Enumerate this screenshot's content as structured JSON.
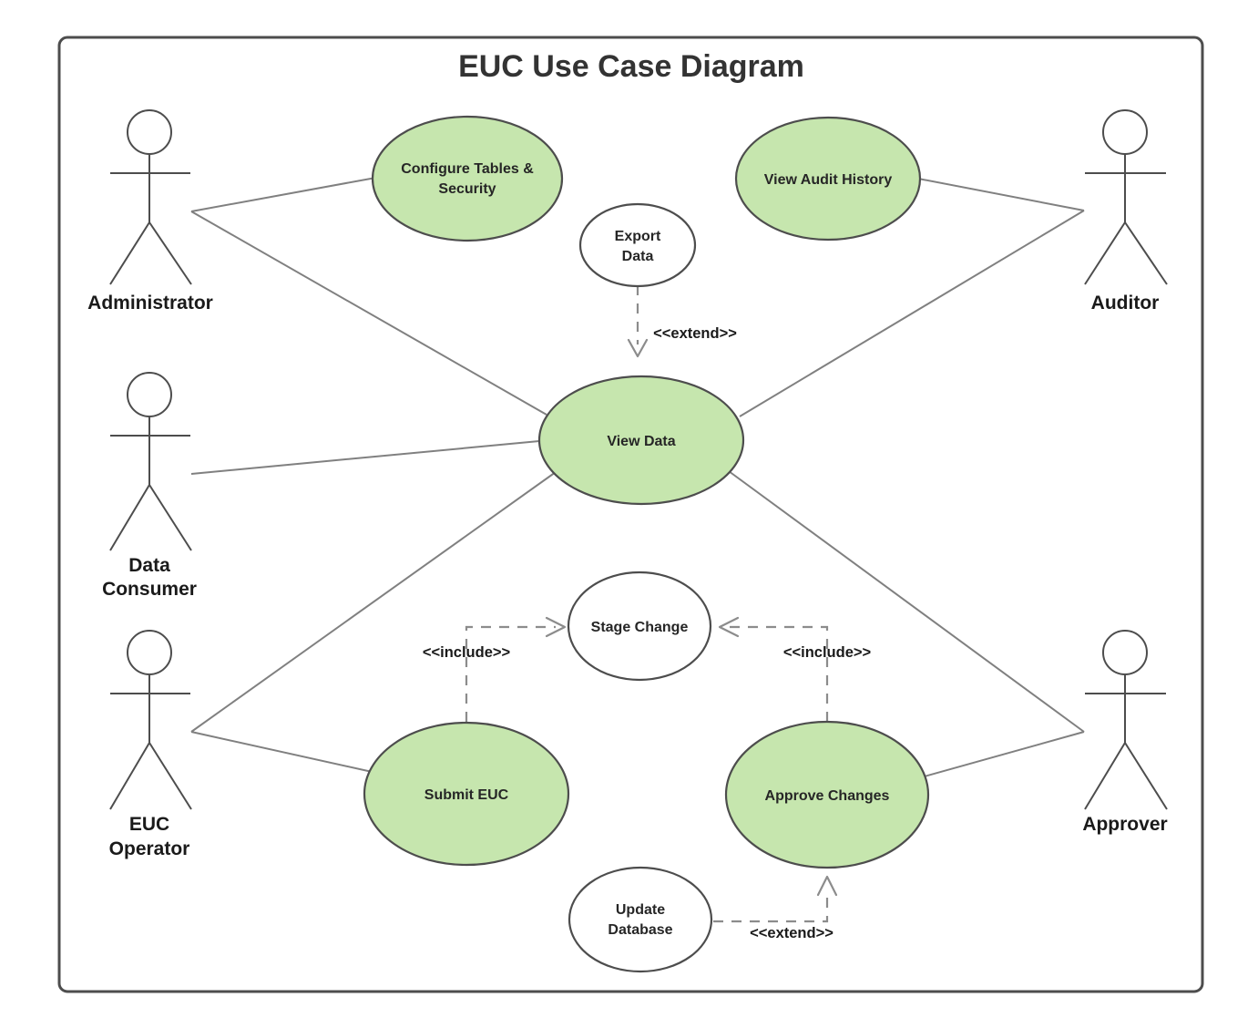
{
  "diagram": {
    "title": "EUC Use Case Diagram",
    "type": "uml-use-case-diagram",
    "colors": {
      "usecase_green_fill": "#c6e6ae",
      "usecase_white_fill": "#ffffff",
      "shape_stroke": "#4d4d4d",
      "association_stroke": "#808080",
      "dependency_stroke": "#8c8c8c",
      "title_text": "#333333",
      "background": "#ffffff"
    },
    "actors": [
      {
        "id": "administrator",
        "label": "Administrator",
        "label_lines": [
          "Administrator"
        ]
      },
      {
        "id": "data-consumer",
        "label": "Data Consumer",
        "label_lines": [
          "Data",
          "Consumer"
        ]
      },
      {
        "id": "euc-operator",
        "label": "EUC Operator",
        "label_lines": [
          "EUC",
          "Operator"
        ]
      },
      {
        "id": "auditor",
        "label": "Auditor",
        "label_lines": [
          "Auditor"
        ]
      },
      {
        "id": "approver",
        "label": "Approver",
        "label_lines": [
          "Approver"
        ]
      }
    ],
    "use_cases": [
      {
        "id": "configure-tables-security",
        "label": "Configure Tables & Security",
        "label_lines": [
          "Configure Tables &",
          "Security"
        ],
        "fill": "green"
      },
      {
        "id": "view-audit-history",
        "label": "View Audit History",
        "label_lines": [
          "View Audit History"
        ],
        "fill": "green"
      },
      {
        "id": "export-data",
        "label": "Export Data",
        "label_lines": [
          "Export",
          "Data"
        ],
        "fill": "white"
      },
      {
        "id": "view-data",
        "label": "View Data",
        "label_lines": [
          "View Data"
        ],
        "fill": "green"
      },
      {
        "id": "stage-change",
        "label": "Stage Change",
        "label_lines": [
          "Stage Change"
        ],
        "fill": "white"
      },
      {
        "id": "submit-euc",
        "label": "Submit EUC",
        "label_lines": [
          "Submit EUC"
        ],
        "fill": "green"
      },
      {
        "id": "approve-changes",
        "label": "Approve Changes",
        "label_lines": [
          "Approve Changes"
        ],
        "fill": "green"
      },
      {
        "id": "update-database",
        "label": "Update Database",
        "label_lines": [
          "Update",
          "Database"
        ],
        "fill": "white"
      }
    ],
    "associations": [
      {
        "from": "administrator",
        "to": "configure-tables-security"
      },
      {
        "from": "administrator",
        "to": "view-data"
      },
      {
        "from": "data-consumer",
        "to": "view-data"
      },
      {
        "from": "auditor",
        "to": "view-audit-history"
      },
      {
        "from": "auditor",
        "to": "view-data"
      },
      {
        "from": "euc-operator",
        "to": "view-data"
      },
      {
        "from": "euc-operator",
        "to": "submit-euc"
      },
      {
        "from": "approver",
        "to": "view-data"
      },
      {
        "from": "approver",
        "to": "approve-changes"
      }
    ],
    "dependencies": [
      {
        "id": "export-extends-view-data",
        "from": "export-data",
        "to": "view-data",
        "stereotype": "<<extend>>"
      },
      {
        "id": "submit-includes-stage-change",
        "from": "submit-euc",
        "to": "stage-change",
        "stereotype": "<<include>>"
      },
      {
        "id": "approve-includes-stage-change",
        "from": "approve-changes",
        "to": "stage-change",
        "stereotype": "<<include>>"
      },
      {
        "id": "update-db-extends-approve",
        "from": "update-database",
        "to": "approve-changes",
        "stereotype": "<<extend>>"
      }
    ]
  }
}
